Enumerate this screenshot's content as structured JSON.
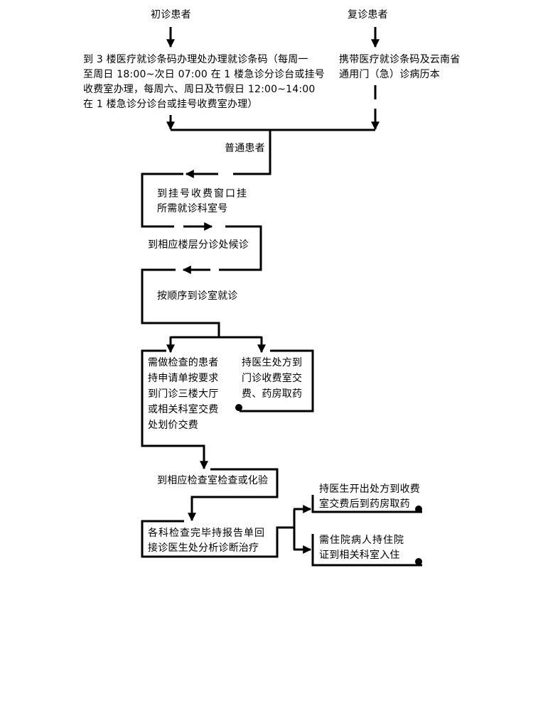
{
  "flow": {
    "start_new": "初诊患者",
    "start_return": "复诊患者",
    "new_barcode": [
      "到 3 楼医疗就诊条码办理处办理就诊条码（每周一",
      "至周日 18:00~次日 07:00 在 1 楼急诊分诊台或挂号",
      "收费室办理，每周六、周日及节假日 12:00~14:00",
      "在 1 楼急诊分诊台或挂号收费室办理）"
    ],
    "return_docs": [
      "携带医疗就诊条码及云南省",
      "通用门（急）诊病历本"
    ],
    "regular_patient": "普通患者",
    "register": [
      "到挂号收费窗口挂",
      "所需就诊科室号"
    ],
    "wait": "到相应楼层分诊处候诊",
    "consult": "按顺序到诊室就诊",
    "exam_branch": [
      "需做检查的患者",
      "持申请单按要求",
      "到门诊三楼大厅",
      "或相关科室交费",
      "处划价交费"
    ],
    "rx_branch": [
      "持医生处方到",
      "门诊收费室交",
      "费、药房取药"
    ],
    "exam": "到相应检查室检查或化验",
    "report": [
      "各科检查完毕持报告单回",
      "接诊医生处分析诊断治疗"
    ],
    "outcome_rx": [
      "持医生开出处方到收费",
      "室交费后到药房取药"
    ],
    "outcome_admit": [
      "需住院病人持住院",
      "证到相关科室入住"
    ]
  }
}
